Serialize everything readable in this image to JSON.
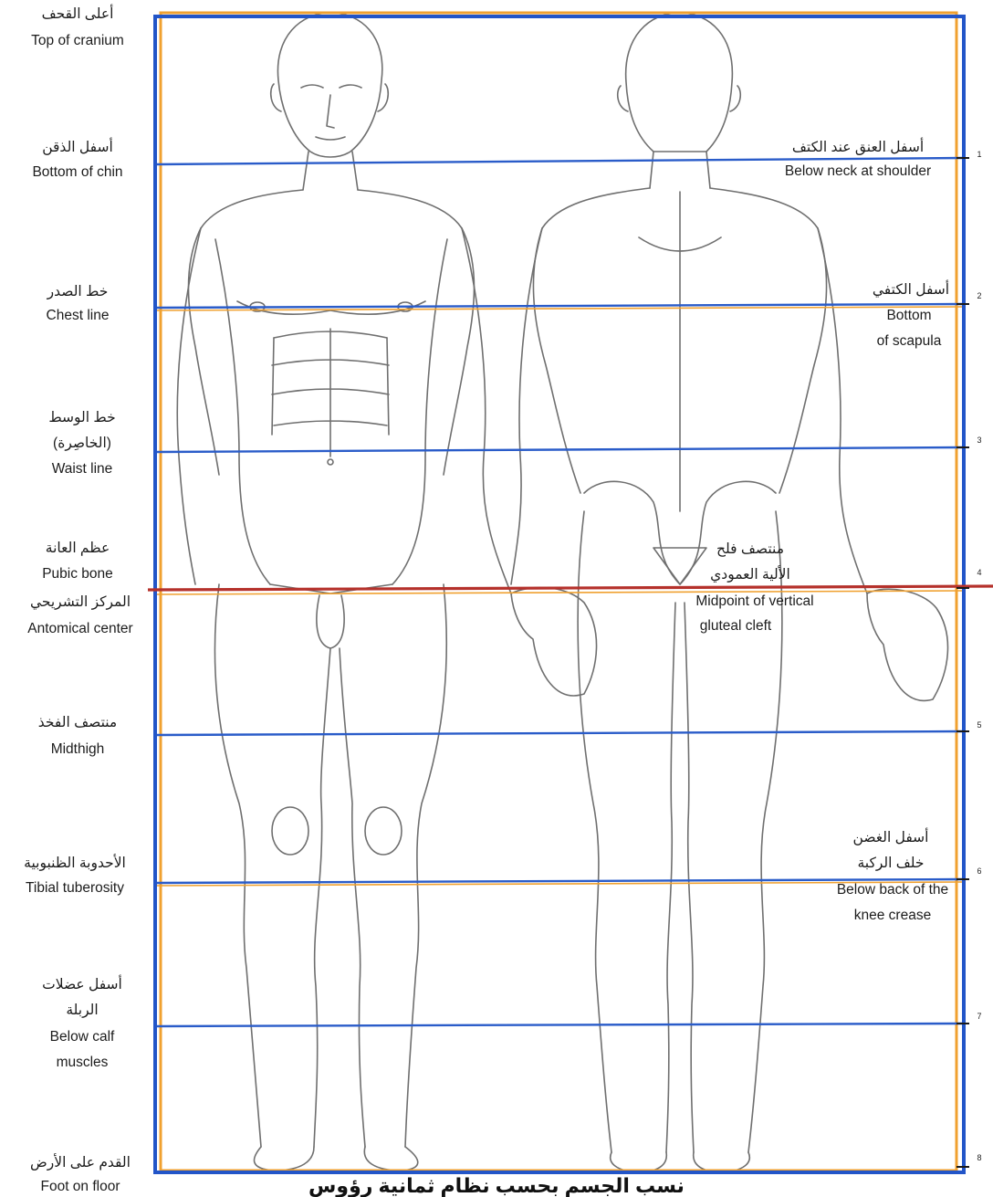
{
  "page": {
    "title": "نسب الجسم بحسب نظام ثمانية رؤوس"
  },
  "colors": {
    "frame_orange": "#f0a130",
    "frame_blue": "#2255c8",
    "guide_blue": "#2a5cc9",
    "center_line_red": "#b5312b",
    "tick_black": "#1a1a1a",
    "sketch": "#6f6f6f"
  },
  "left_labels": [
    {
      "ar": "أعلى القحف",
      "en": "Top of cranium"
    },
    {
      "ar": "أسفل الذقن",
      "en": "Bottom of chin"
    },
    {
      "ar": "خط الصدر",
      "en": "Chest line"
    },
    {
      "ar": "خط الوسط",
      "ar2": "(الخاصِرة)",
      "en": "Waist line"
    },
    {
      "ar": "عظم العانة",
      "en": "Pubic bone"
    },
    {
      "ar": "المركز التشريحي",
      "en": "Antomical center"
    },
    {
      "ar": "منتصف الفخذ",
      "en": "Midthigh"
    },
    {
      "ar": "الأحدوبة الظنبوبية",
      "en": "Tibial tuberosity"
    },
    {
      "ar": "أسفل عضلات",
      "ar2": "الربلة",
      "en": "Below calf",
      "en2": "muscles"
    },
    {
      "ar": "القدم على الأرض",
      "en": "Foot on floor"
    }
  ],
  "right_labels": [
    {
      "ar": "أسفل العنق عند الكتف",
      "en": "Below neck at shoulder"
    },
    {
      "ar": "أسفل الكتفي",
      "en": "Bottom",
      "en2": "of scapula"
    },
    {
      "ar": "منتصف فلح",
      "ar2": "الألية العمودي",
      "en": "Midpoint of vertical",
      "en2": "gluteal cleft"
    },
    {
      "ar": "أسفل الغضن",
      "ar2": "خلف الركبة",
      "en": "Below back of the",
      "en2": "knee crease"
    }
  ],
  "head_units": [
    "1",
    "2",
    "3",
    "4",
    "5",
    "6",
    "7",
    "8"
  ],
  "figures": {
    "front": "front-view-male-figure",
    "back": "back-view-male-figure"
  }
}
